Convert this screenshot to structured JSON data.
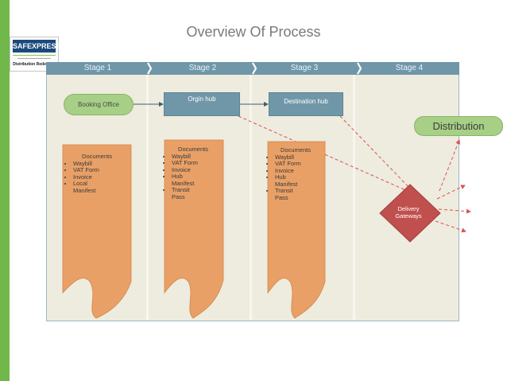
{
  "title": "Overview Of Process",
  "logo": {
    "brand": "SAFEXPRESS",
    "tagline": "Distribution Redefined"
  },
  "stages": [
    "Stage 1",
    "Stage 2",
    "Stage 3",
    "Stage 4"
  ],
  "nodes": {
    "booking": "Booking Office",
    "origin": "Orgin hub",
    "destination": "Destination hub",
    "distribution": "Distribution",
    "gateway_line1": "Delivery",
    "gateway_line2": "Gateways"
  },
  "documents": [
    {
      "heading": "Documents",
      "items": [
        "Waybill",
        "VAT Form",
        "Invoice",
        "Local Manifest"
      ]
    },
    {
      "heading": "Documents",
      "items": [
        "Waybill",
        "VAT Form",
        "Invoice",
        "Hub Manifest",
        "Transit Pass"
      ]
    },
    {
      "heading": "Documents",
      "items": [
        "Waybill",
        "VAT Form",
        "Invoice",
        "Hub Manifest",
        "Transit Pass"
      ]
    }
  ],
  "colors": {
    "accent_green": "#70b84a",
    "header_teal": "#6f97a8",
    "node_green": "#a7cf86",
    "document_orange": "#e9a066",
    "gateway_red": "#c0504d",
    "panel_beige": "#eeebdf"
  }
}
